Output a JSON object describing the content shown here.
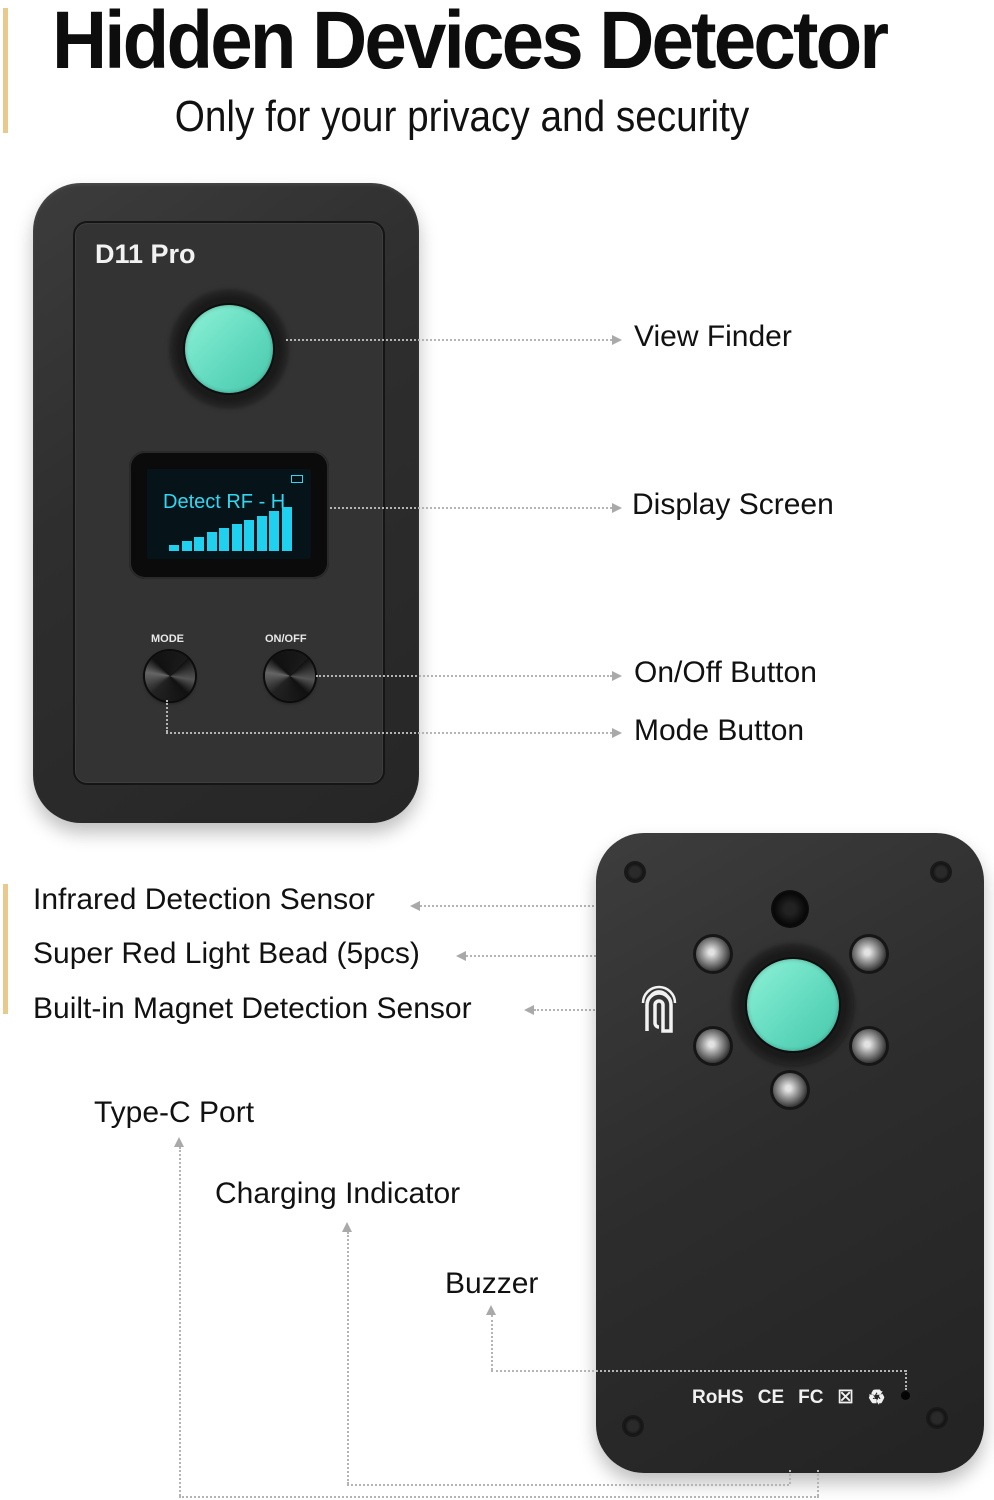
{
  "header": {
    "title": "Hidden Devices Detector",
    "subtitle": "Only for your privacy and security",
    "accent_color": "#e9c98c"
  },
  "front_device": {
    "model_label": "D11 Pro",
    "display": {
      "text": "Detect RF - H",
      "battery_icon": "battery-icon",
      "signal_level_bars": 10,
      "signal_bars_lit": 10,
      "color": "#33d6f0"
    },
    "buttons": {
      "mode_label": "MODE",
      "onoff_label": "ON/OFF"
    },
    "lens_color": "#5fd8bd"
  },
  "front_callouts": [
    {
      "label": "View Finder"
    },
    {
      "label": "Display Screen"
    },
    {
      "label": "On/Off Button"
    },
    {
      "label": "Mode Button"
    }
  ],
  "back_callouts": [
    {
      "label": "Infrared Detection Sensor"
    },
    {
      "label": "Super Red Light Bead (5pcs)"
    },
    {
      "label": "Built-in Magnet Detection Sensor"
    }
  ],
  "bottom_callouts": [
    {
      "label": "Type-C Port"
    },
    {
      "label": "Charging Indicator"
    },
    {
      "label": "Buzzer"
    }
  ],
  "back_device": {
    "led_count": 5,
    "certifications": [
      "RoHS",
      "CE",
      "FC",
      "WEEE-icon",
      "recycle-icon"
    ]
  }
}
